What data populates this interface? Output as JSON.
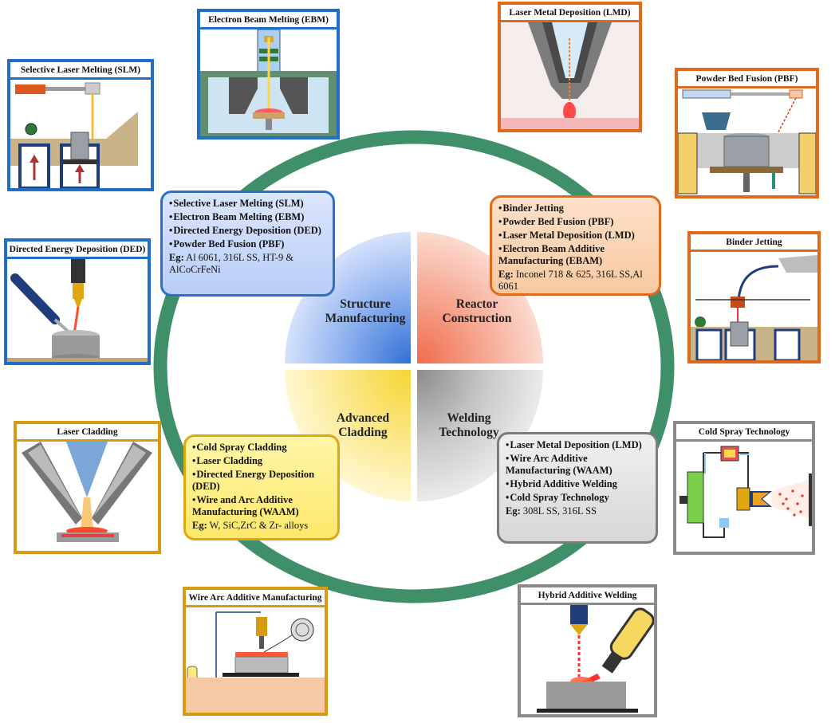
{
  "panels": {
    "slm": "Selective Laser Melting (SLM)",
    "ebm": "Electron Beam Melting (EBM)",
    "lmd": "Laser Metal Deposition (LMD)",
    "pbf": "Powder Bed Fusion (PBF)",
    "ded": "Directed Energy Deposition (DED)",
    "binder": "Binder Jetting",
    "cladding": "Laser Cladding",
    "coldspray": "Cold Spray Technology",
    "waam": "Wire Arc Additive Manufacturing",
    "haw": "Hybrid Additive Welding"
  },
  "quadrants": {
    "structure": {
      "line1": "Structure",
      "line2": "Manufacturing"
    },
    "reactor": {
      "line1": "Reactor",
      "line2": "Construction"
    },
    "cladding": {
      "line1": "Advanced",
      "line2": "Cladding"
    },
    "welding": {
      "line1": "Welding",
      "line2": "Technology"
    }
  },
  "callouts": {
    "structure": {
      "items": [
        "Selective Laser Melting (SLM)",
        "Electron Beam Melting (EBM)",
        "Directed Energy Deposition (DED)",
        "Powder Bed Fusion (PBF)"
      ],
      "eg_label": "Eg:",
      "eg_text": " Al 6061, 316L SS, HT-9 & AlCoCrFeNi"
    },
    "reactor": {
      "items": [
        "Binder Jetting",
        "Powder Bed Fusion (PBF)",
        "Laser Metal Deposition (LMD)",
        "Electron Beam Additive Manufacturing (EBAM)"
      ],
      "eg_label": "Eg:",
      "eg_text": " Inconel 718 & 625, 316L SS,Al 6061"
    },
    "cladding": {
      "items": [
        "Cold Spray Cladding",
        "Laser Cladding",
        "Directed Energy Deposition (DED)",
        "Wire and Arc Additive Manufacturing (WAAM)"
      ],
      "eg_label": "Eg:",
      "eg_text": " W, SiC,ZrC & Zr- alloys"
    },
    "welding": {
      "items": [
        "Laser Metal Deposition (LMD)",
        "Wire Arc Additive Manufacturing (WAAM)",
        "Hybrid Additive Welding",
        "Cold Spray Technology"
      ],
      "eg_label": "Eg:",
      "eg_text": " 308L SS, 316L SS"
    }
  },
  "colors": {
    "ring": "#3f8f6b",
    "structure": "#2a6fc8",
    "reactor": "#e06a1c",
    "cladding": "#e0a810",
    "welding": "#7c7c7c"
  }
}
